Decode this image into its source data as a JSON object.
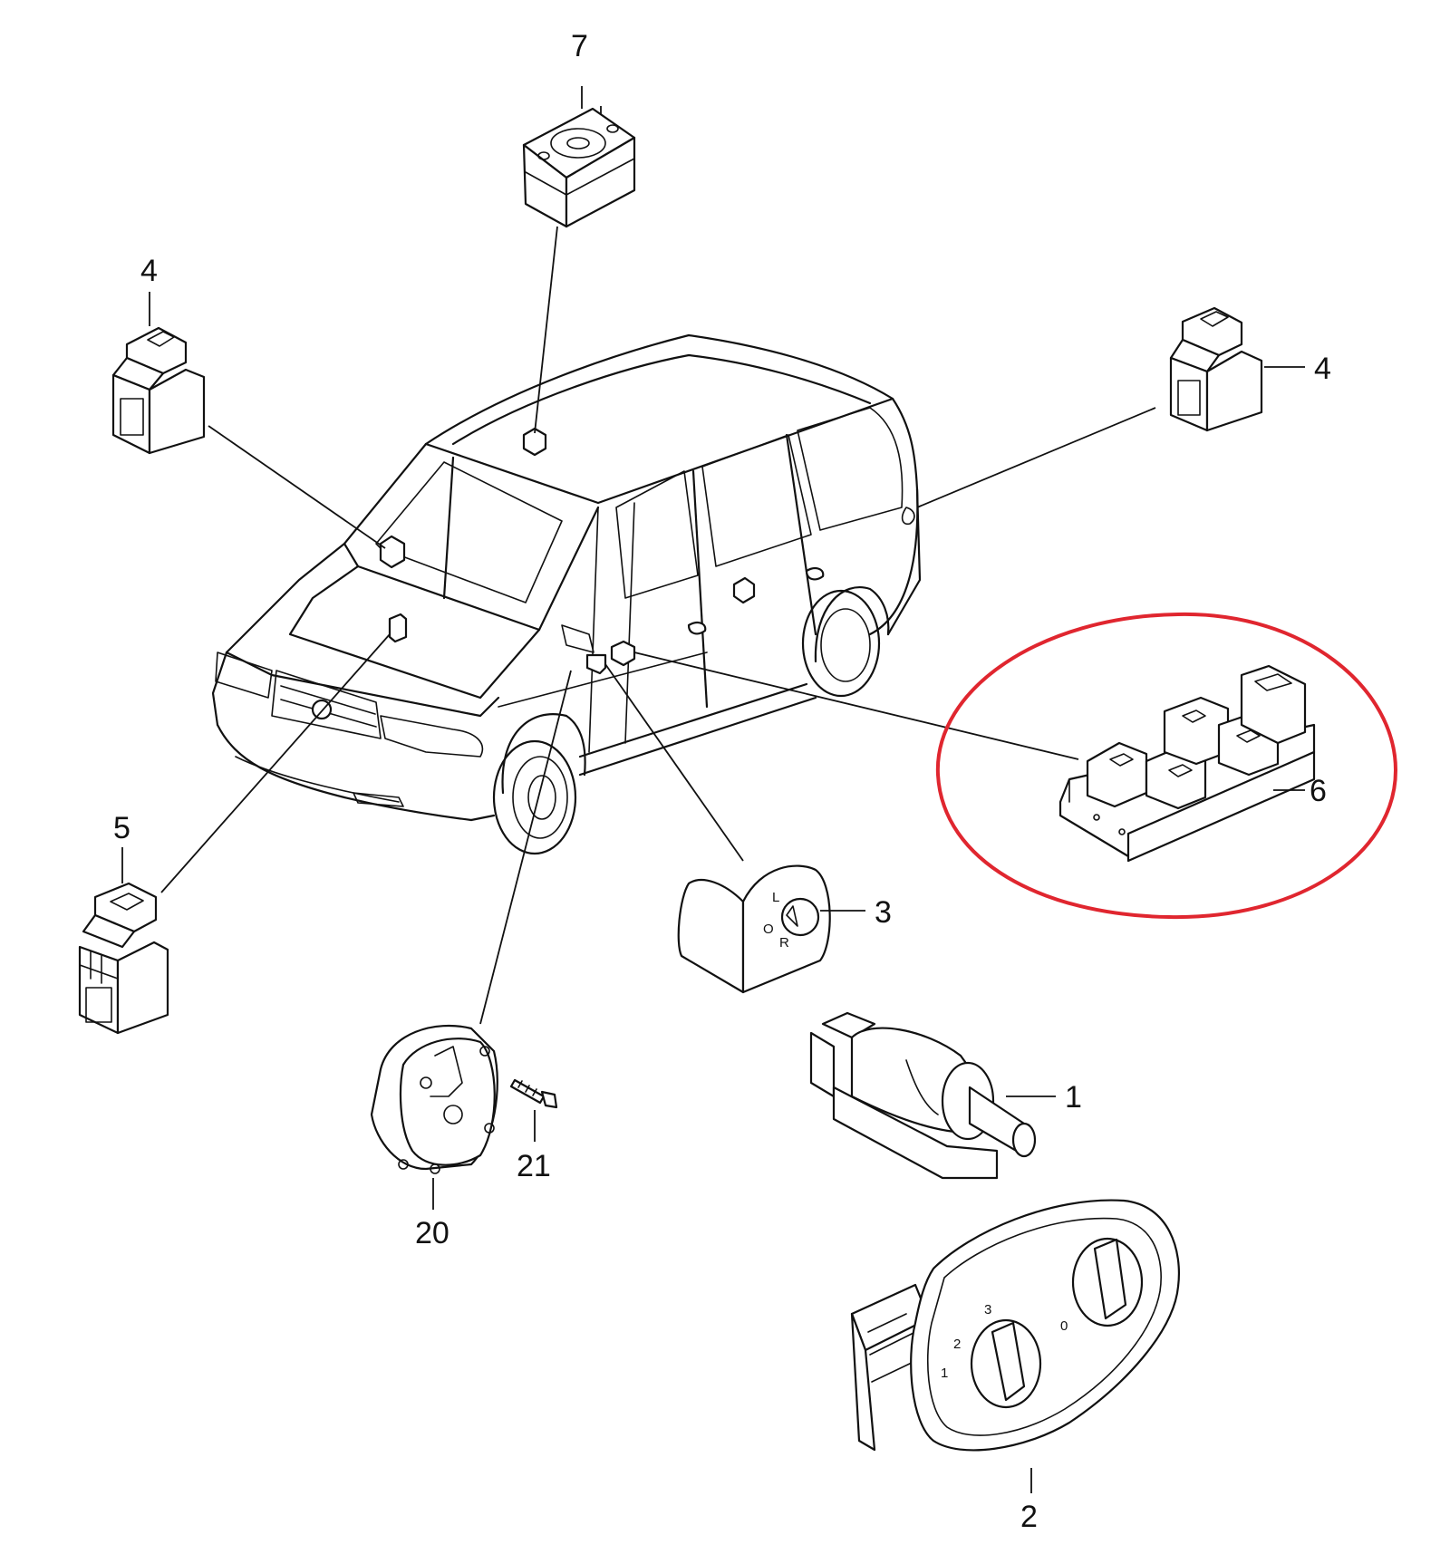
{
  "callouts": {
    "p1": "1",
    "p2": "2",
    "p3": "3",
    "p4_left": "4",
    "p4_right": "4",
    "p5": "5",
    "p6": "6",
    "p7": "7",
    "p20": "20",
    "p21": "21"
  },
  "knob_markings": {
    "mirror_L": "L",
    "mirror_O": "O",
    "mirror_R": "R",
    "light_1": "1",
    "light_2": "2",
    "light_3": "3",
    "light_0": "0"
  },
  "highlight": {
    "target": "6",
    "color": "#e0262f"
  }
}
